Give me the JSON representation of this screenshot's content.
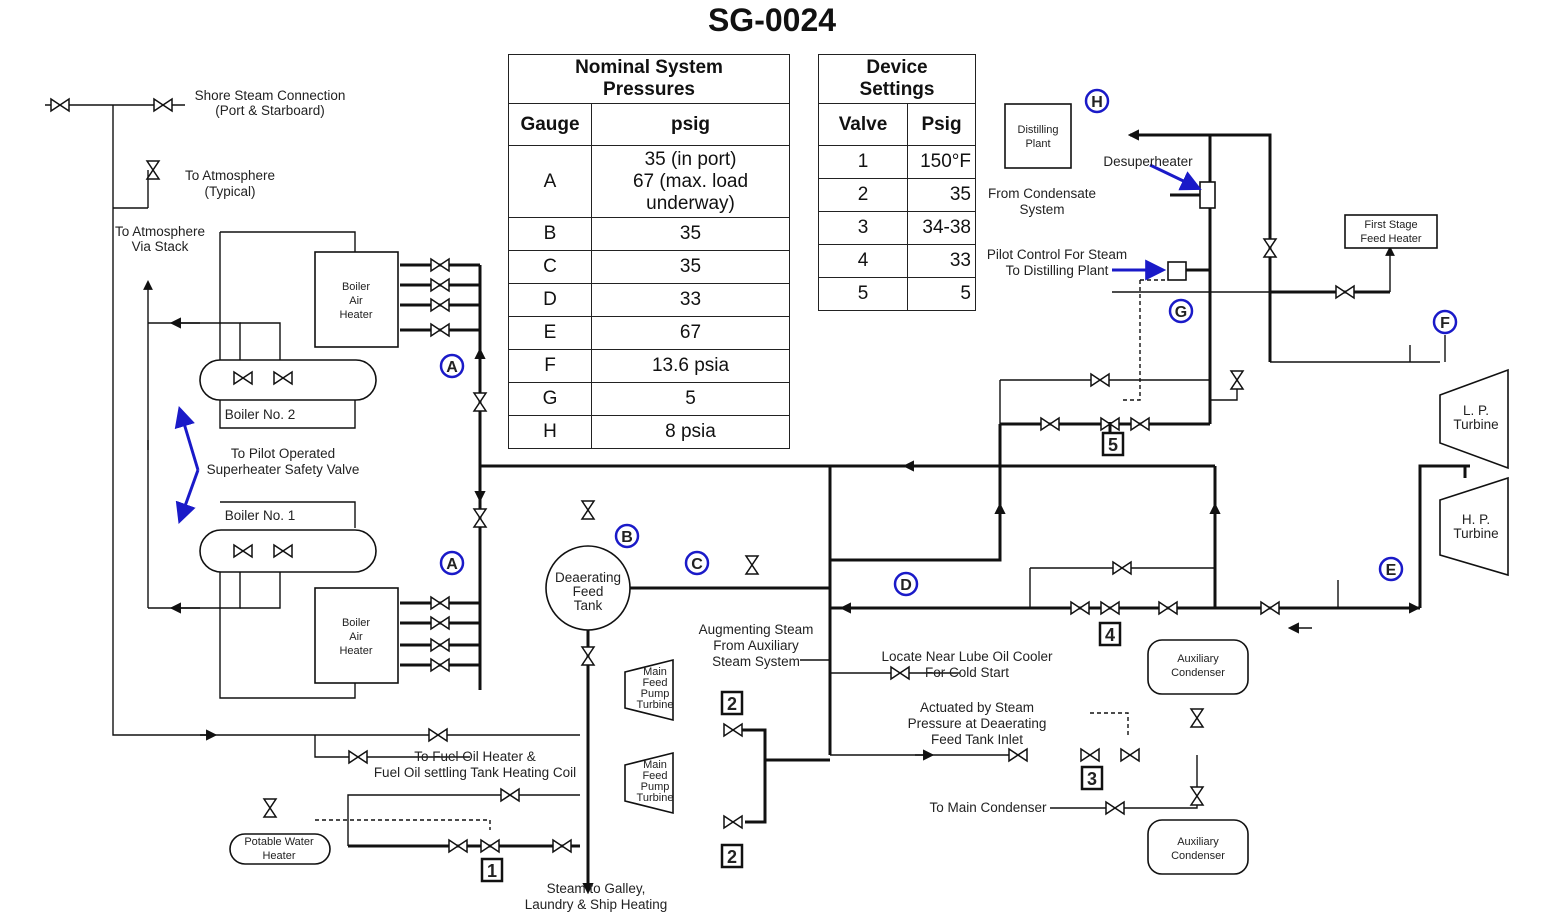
{
  "title": "SG-0024",
  "nominal_table": {
    "header": "Nominal System Pressures",
    "header_lines": [
      "Nominal System",
      "Pressures"
    ],
    "col_gauge": "Gauge",
    "col_psig": "psig",
    "rows": [
      {
        "gauge": "A",
        "lines": [
          "35 (in port)",
          "67 (max. load",
          "underway)"
        ]
      },
      {
        "gauge": "B",
        "lines": [
          "35"
        ]
      },
      {
        "gauge": "C",
        "lines": [
          "35"
        ]
      },
      {
        "gauge": "D",
        "lines": [
          "33"
        ]
      },
      {
        "gauge": "E",
        "lines": [
          "67"
        ]
      },
      {
        "gauge": "F",
        "lines": [
          "13.6 psia"
        ]
      },
      {
        "gauge": "G",
        "lines": [
          "5"
        ]
      },
      {
        "gauge": "H",
        "lines": [
          "8 psia"
        ]
      }
    ]
  },
  "device_table": {
    "header_lines": [
      "Device",
      "Settings"
    ],
    "col_valve": "Valve",
    "col_psig": "Psig",
    "rows": [
      {
        "valve": "1",
        "psig": "150°F"
      },
      {
        "valve": "2",
        "psig": "35"
      },
      {
        "valve": "3",
        "psig": "34-38"
      },
      {
        "valve": "4",
        "psig": "33"
      },
      {
        "valve": "5",
        "psig": "5"
      }
    ]
  },
  "labels": {
    "shore_steam": [
      "Shore Steam Connection",
      "(Port & Starboard)"
    ],
    "to_atmosphere": [
      "To Atmosphere",
      "(Typical)"
    ],
    "to_atmosphere_stack": [
      "To Atmosphere",
      "Via Stack"
    ],
    "boiler_air_heater": [
      "Boiler",
      "Air",
      "Heater"
    ],
    "boiler_no2": "Boiler No. 2",
    "boiler_no1": "Boiler No. 1",
    "pilot_safety_valve": [
      "To Pilot Operated",
      "Superheater Safety Valve"
    ],
    "deaerating_tank": [
      "Deaerating",
      "Feed",
      "Tank"
    ],
    "augmenting_steam": [
      "Augmenting Steam",
      "From Auxiliary",
      "Steam System"
    ],
    "main_feed_pump_turbine": [
      "Main",
      "Feed",
      "Pump",
      "Turbine"
    ],
    "fuel_oil_heater": [
      "To Fuel Oil Heater &",
      "Fuel Oil settling Tank Heating Coil"
    ],
    "potable_water_heater": [
      "Potable Water",
      "Heater"
    ],
    "steam_to_galley": [
      "Steam to Galley,",
      "Laundry & Ship Heating"
    ],
    "lube_oil_cooler": [
      "Locate Near Lube Oil Cooler",
      "For Cold Start"
    ],
    "actuated_by_steam": [
      "Actuated by Steam",
      "Pressure at Deaerating",
      "Feed Tank Inlet"
    ],
    "to_main_condenser": "To Main Condenser",
    "auxiliary_condenser": [
      "Auxiliary",
      "Condenser"
    ],
    "distilling_plant": [
      "Distilling",
      "Plant"
    ],
    "desuperheater": "Desuperheater",
    "from_condensate": [
      "From Condensate",
      "System"
    ],
    "pilot_control": [
      "Pilot Control For Steam",
      "To Distilling Plant"
    ],
    "first_stage_feed_heater": [
      "First Stage",
      "Feed Heater"
    ],
    "lp_turbine": [
      "L. P.",
      "Turbine"
    ],
    "hp_turbine": [
      "H. P.",
      "Turbine"
    ]
  },
  "gauges": {
    "a": "A",
    "b": "B",
    "c": "C",
    "d": "D",
    "e": "E",
    "f": "F",
    "g": "G",
    "h": "H"
  },
  "valve_tags": {
    "v1": "1",
    "v2": "2",
    "v3": "3",
    "v4": "4",
    "v5": "5"
  },
  "colors": {
    "gauge_circle": "#1a1ac8",
    "annotation_arrow": "#1a1ac8",
    "pipe": "#111111"
  }
}
